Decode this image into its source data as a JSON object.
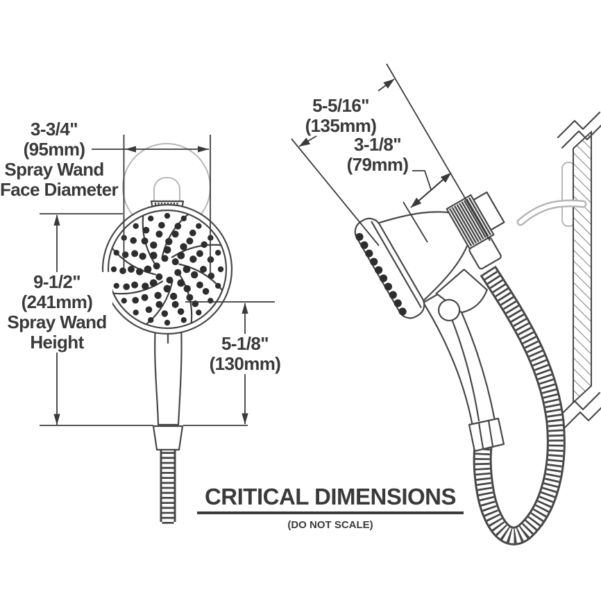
{
  "footer": {
    "title": "CRITICAL DIMENSIONS",
    "note": "(DO NOT SCALE)"
  },
  "front_view": {
    "face_diameter": {
      "value_in": "3-3/4\"",
      "value_mm": "(95mm)",
      "label1": "Spray Wand",
      "label2": "Face Diameter"
    },
    "wand_height": {
      "value_in": "9-1/2\"",
      "value_mm": "(241mm)",
      "label1": "Spray Wand",
      "label2": "Height"
    },
    "handle_length": {
      "value_in": "5-1/8\"",
      "value_mm": "(130mm)"
    }
  },
  "side_view": {
    "overall_reach": {
      "value_in": "5-5/16\"",
      "value_mm": "(135mm)"
    },
    "mount_offset": {
      "value_in": "3-1/8\"",
      "value_mm": "(79mm)"
    }
  },
  "colors": {
    "line": "#474747",
    "light": "#b6b6b6",
    "text": "#3a3a3a",
    "dot": "#2d2d2d",
    "bg": "#ffffff"
  }
}
